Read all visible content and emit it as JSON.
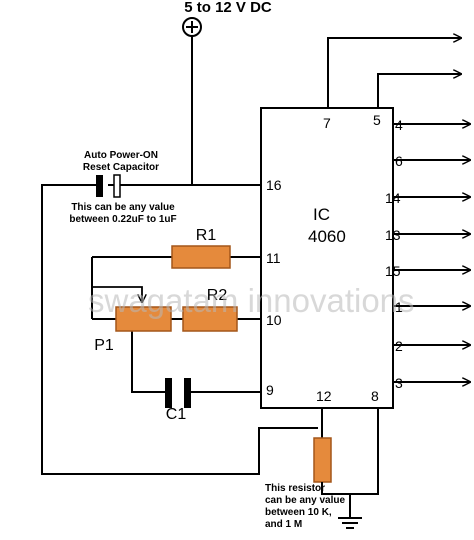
{
  "supply_label": "5 to 12 V DC",
  "ic": {
    "label": "IC",
    "part": "4060"
  },
  "pins": {
    "p7": "7",
    "p5": "5",
    "p4": "4",
    "p6": "6",
    "p14": "14",
    "p13": "13",
    "p15": "15",
    "p1": "1",
    "p2": "2",
    "p3": "3",
    "p16": "16",
    "p11": "11",
    "p10": "10",
    "p9": "9",
    "p12": "12",
    "p8": "8"
  },
  "components": {
    "r1": "R1",
    "r2": "R2",
    "p1": "P1",
    "c1": "C1"
  },
  "notes": {
    "cap_title_1": "Auto Power-ON",
    "cap_title_2": "Reset Capacitor",
    "cap_note_1": "This can be any value",
    "cap_note_2": "between 0.22uF to 1uF",
    "res_note_1": "This resistor",
    "res_note_2": "can be any value",
    "res_note_3": "between 10 K,",
    "res_note_4": "and 1 M"
  },
  "watermark": "swagatam innovations",
  "colors": {
    "resistor_fill": "#E58A3C",
    "resistor_stroke": "#A3561A",
    "wire": "#000000"
  }
}
